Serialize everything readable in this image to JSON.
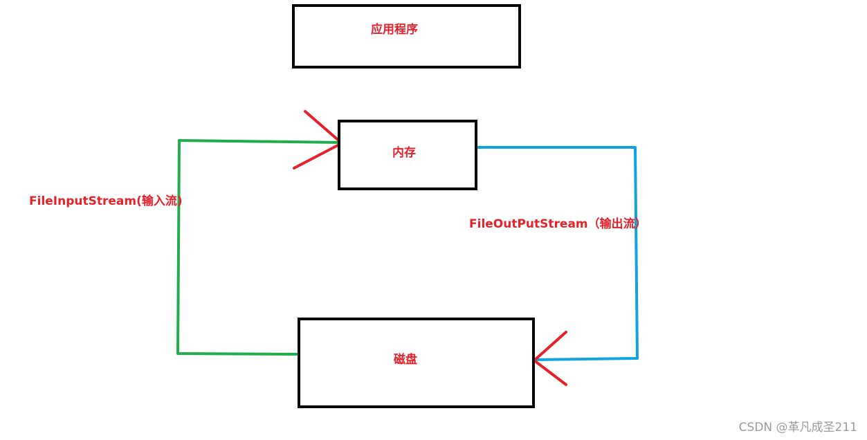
{
  "nodes": {
    "app": {
      "label": "应用程序"
    },
    "memory": {
      "label": "内存"
    },
    "disk": {
      "label": "磁盘"
    }
  },
  "flows": {
    "input": {
      "label": "FileInputStream(输入流)"
    },
    "output": {
      "label": "FileOutPutStream（输出流）"
    }
  },
  "watermark": "CSDN @革凡成圣211",
  "colors": {
    "label_text": "#e8202a",
    "input_line": "#1fae4b",
    "output_line": "#11a3e0",
    "arrow_head": "#e8202a",
    "box_border": "#000000",
    "watermark": "#9a9a9a"
  }
}
